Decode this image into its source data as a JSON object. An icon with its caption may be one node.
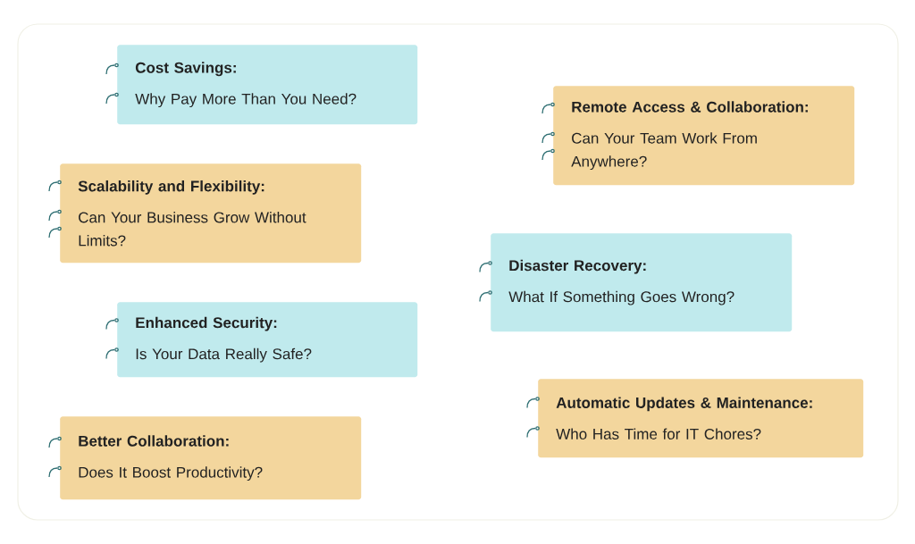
{
  "diagram": {
    "nodes": [
      {
        "text": [
          "Cost Savings:",
          "Why Pay More Than You Need?"
        ]
      },
      {
        "text": [
          "Remote Access & Collaboration:",
          "Can Your Team Work From Anywhere?"
        ]
      },
      {
        "text": [
          "Scalability and Flexibility:",
          "Can Your Business Grow Without Limits?"
        ]
      },
      {
        "text": [
          "Disaster Recovery:",
          "What If Something Goes Wrong?"
        ]
      },
      {
        "text": [
          "Enhanced Security:",
          "Is Your Data Really Safe?"
        ]
      },
      {
        "text": [
          "Automatic Updates & Maintenance:",
          "Who Has Time for IT Chores?"
        ]
      },
      {
        "text": [
          "Better Collaboration:",
          "Does It Boost Productivity?"
        ]
      }
    ]
  }
}
